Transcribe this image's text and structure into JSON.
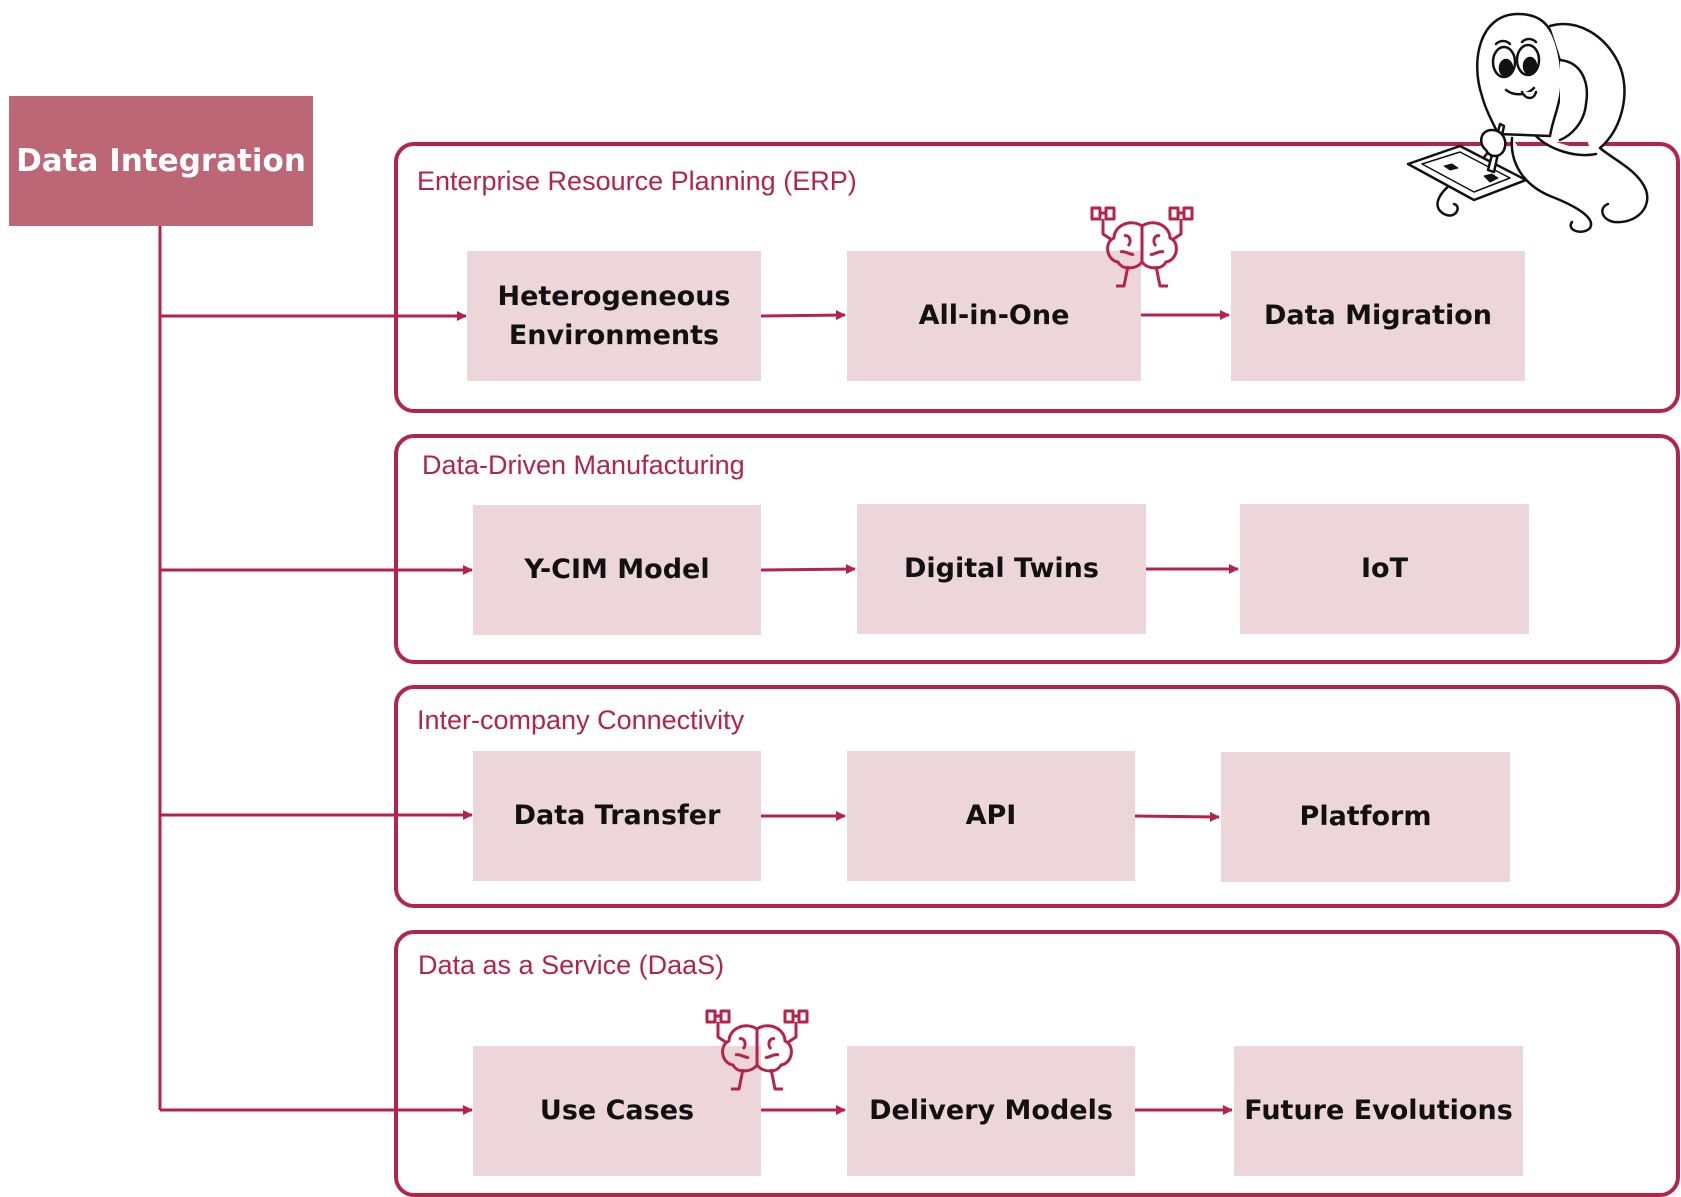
{
  "colors": {
    "accent": "#b5234a",
    "root_fill": "#bd6676",
    "step_fill": "#edd6da",
    "text": "#111111"
  },
  "root": {
    "label": "Data Integration"
  },
  "groups": [
    {
      "title": "Enterprise Resource Planning (ERP)",
      "steps": [
        "Heterogeneous\nEnvironments",
        "All-in-One",
        "Data Migration"
      ]
    },
    {
      "title": "Data-Driven Manufacturing",
      "steps": [
        "Y-CIM Model",
        "Digital Twins",
        "IoT"
      ]
    },
    {
      "title": "Inter-company Connectivity",
      "steps": [
        "Data Transfer",
        "API",
        "Platform"
      ]
    },
    {
      "title": "Data as a Service (DaaS)",
      "steps": [
        "Use Cases",
        "Delivery Models",
        "Future Evolutions"
      ]
    }
  ],
  "icons": [
    "brain-robot-icon",
    "brain-robot-icon",
    "octopus-mascot-icon"
  ]
}
